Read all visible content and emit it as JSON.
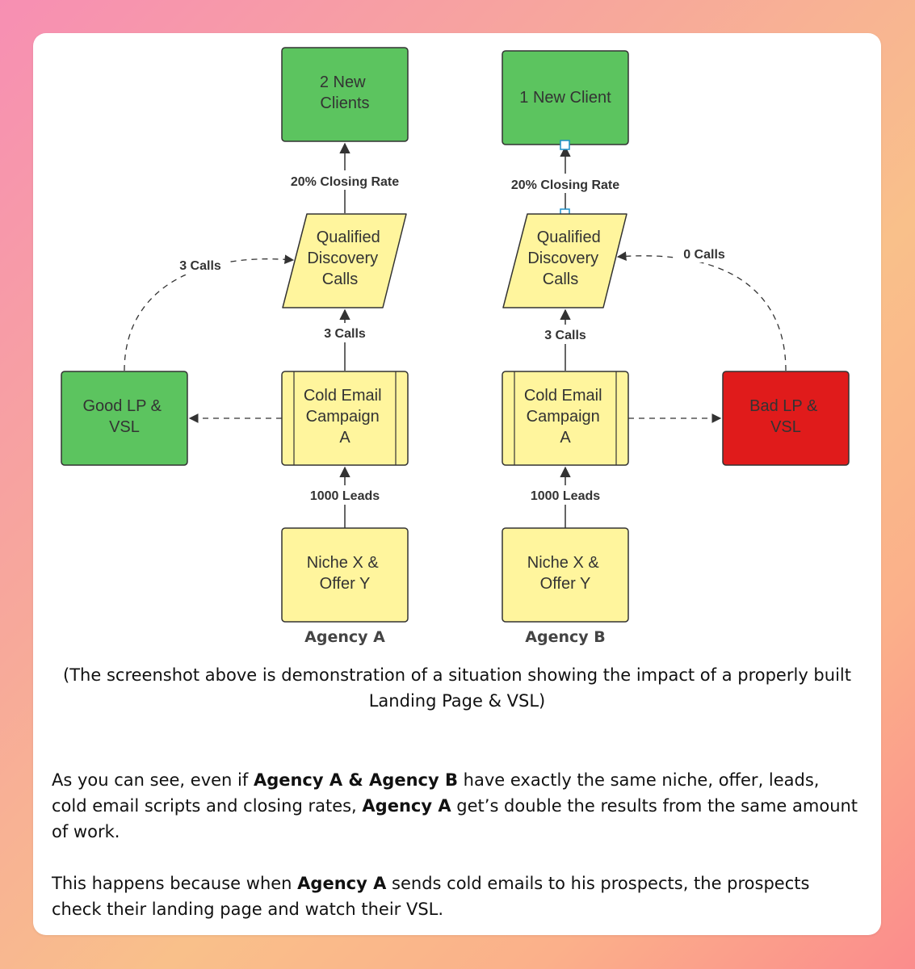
{
  "diagram": {
    "agency_a": {
      "label": "Agency A",
      "clients": "2 New Clients",
      "closing_rate": "20% Closing Rate",
      "discovery": "Qualified Discovery Calls",
      "calls_up": "3 Calls",
      "campaign": "Cold Email Campaign A",
      "leads": "1000 Leads",
      "niche": "Niche X & Offer Y",
      "lp": "Good LP & VSL",
      "lp_calls": "3 Calls"
    },
    "agency_b": {
      "label": "Agency B",
      "clients": "1 New Client",
      "closing_rate": "20% Closing Rate",
      "discovery": "Qualified Discovery Calls",
      "calls_up": "3 Calls",
      "campaign": "Cold Email Campaign A",
      "leads": "1000 Leads",
      "niche": "Niche X & Offer Y",
      "lp": "Bad LP & VSL",
      "lp_calls": "0 Calls"
    },
    "colors": {
      "green": "#5cc45f",
      "yellow": "#fff59d",
      "red": "#e01b1b",
      "stroke": "#333333"
    }
  },
  "caption": "(The screenshot above is demonstration of a situation showing the impact of a properly built Landing Page & VSL)",
  "paragraph1": {
    "t1": "As you can see, even if ",
    "b1": "Agency A & Agency B",
    "t2": " have exactly the same niche, offer, leads, cold email scripts and closing rates, ",
    "b2": "Agency A",
    "t3": " get’s double the results from the same amount of work."
  },
  "paragraph2": {
    "t1": "This happens because when ",
    "b1": "Agency A",
    "t2": " sends cold emails to his prospects, the prospects check their landing page and watch their VSL."
  }
}
